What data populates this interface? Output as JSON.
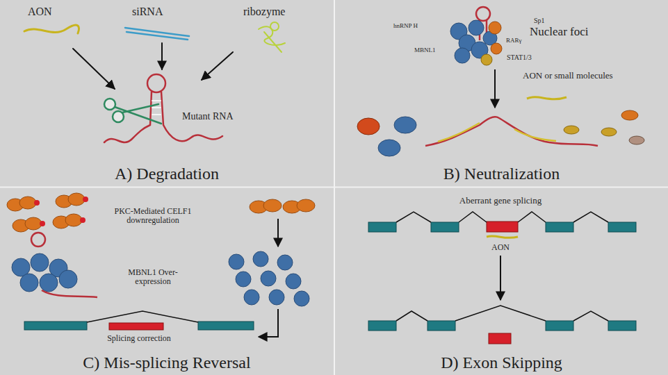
{
  "diagram": {
    "nodes": [
      {
        "text": [
          "A) Degradation"
        ]
      },
      {
        "text": [
          "B) Neutralization"
        ]
      },
      {
        "text": [
          "C) Mis-splicing Reversal"
        ]
      },
      {
        "text": [
          "D) Exon Skipping"
        ]
      }
    ],
    "labels": [
      "AON",
      "siRNA",
      "ribozyme",
      "Mutant RNA",
      "hnRNP H",
      "Sp1",
      "Nuclear foci",
      "RARγ",
      "MBNL1",
      "STAT1/3",
      "AON or small molecules",
      "PKC-Mediated CELF1 downregulation",
      "MBNL1 Over-expression",
      "Splicing correction",
      "Aberrant gene splicing",
      "AON"
    ]
  }
}
